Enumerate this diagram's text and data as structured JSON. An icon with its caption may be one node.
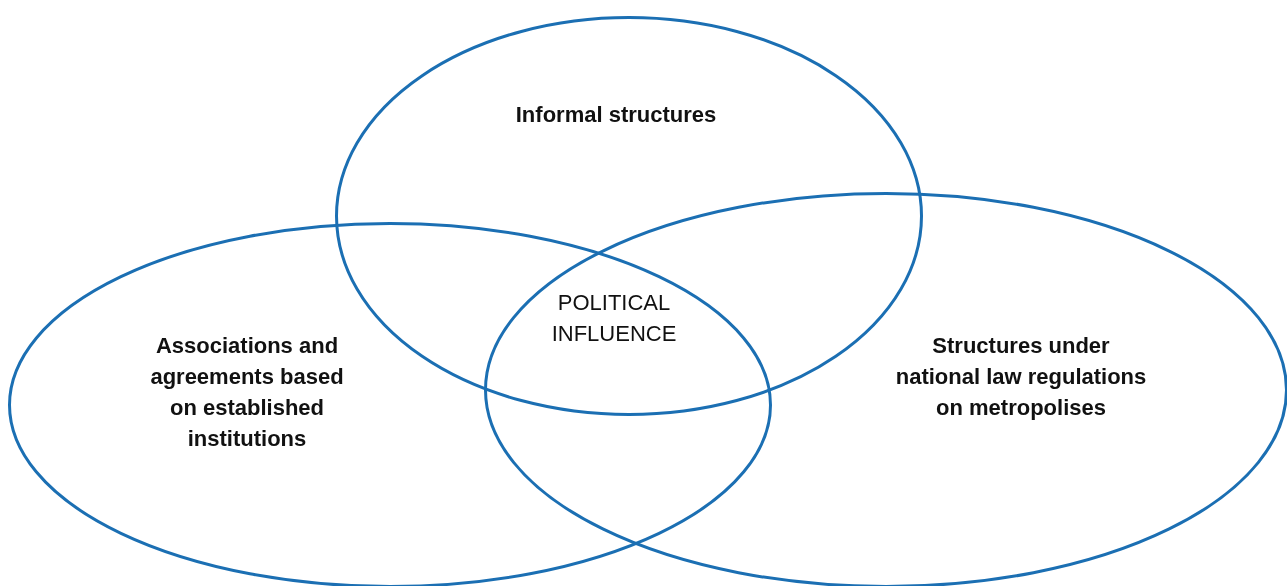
{
  "diagram": {
    "nodes": [
      {
        "text": [
          "Informal structures"
        ]
      },
      {
        "text": [
          "Associations and agreements based on established institutions"
        ]
      },
      {
        "text": [
          "Structures under national law regulations on metropolises"
        ]
      }
    ],
    "labels": [
      "POLITICAL INFLUENCE"
    ]
  }
}
